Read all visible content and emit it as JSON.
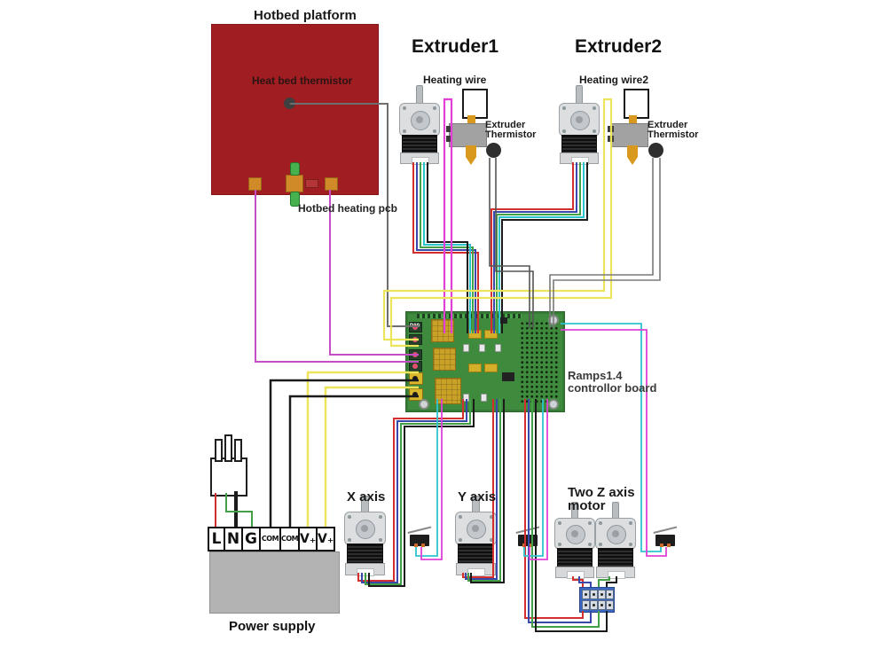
{
  "colors": {
    "hotbed_red": "#a01d21",
    "pcb_green": "#3e8b3e",
    "wire_red": "#d32f2f",
    "wire_blue": "#3949ab",
    "wire_green": "#43a047",
    "wire_cyan": "#2ec4cf",
    "wire_black": "#1b1b1b",
    "wire_magenta": "#e040d6",
    "wire_purple": "#c44fc4",
    "wire_yellow": "#ece45a",
    "wire_gray": "#7a7a7a"
  },
  "hotbed": {
    "title": "Hotbed platform",
    "thermistor_label": "Heat bed thermistor",
    "pcb_label": "Hotbed heating pcb"
  },
  "extruder1": {
    "title": "Extruder1",
    "heating_wire": "Heating wire",
    "thermistor_line1": "Extruder",
    "thermistor_line2": "Thermistor"
  },
  "extruder2": {
    "title": "Extruder2",
    "heating_wire": "Heating wire2",
    "thermistor_line1": "Extruder",
    "thermistor_line2": "Thermistor"
  },
  "board": {
    "label_line1": "Ramps1.4",
    "label_line2": "controllor board",
    "silk": "D10"
  },
  "motors": {
    "x_label": "X axis",
    "y_label": "Y axis",
    "z_label_line1": "Two Z axis",
    "z_label_line2": "motor"
  },
  "power_supply": {
    "label": "Power supply",
    "terminals": [
      "L",
      "N",
      "G",
      "COM",
      "COM",
      "V₊",
      "V₊"
    ]
  }
}
